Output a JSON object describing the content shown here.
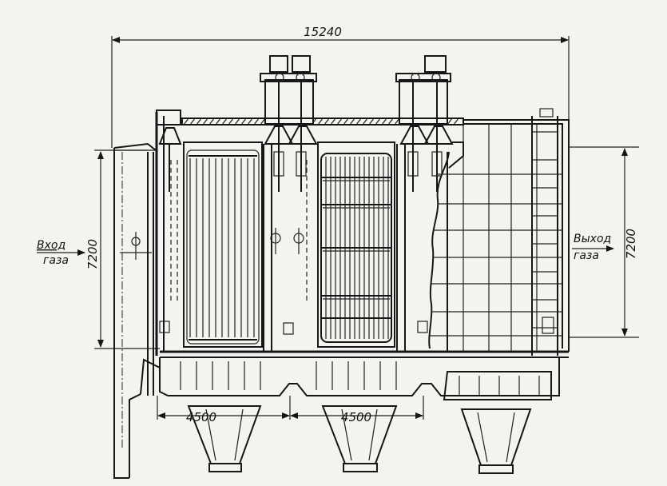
{
  "dimensions": {
    "overall_width": "15240",
    "inlet_height": "7200",
    "outlet_height": "7200",
    "hopper_spacing_1": "4500",
    "hopper_spacing_2": "4500"
  },
  "labels": {
    "inlet_line1": "Вход",
    "inlet_line2": "газа",
    "outlet_line1": "Выход",
    "outlet_line2": "газа"
  },
  "colors": {
    "ink": "#161616",
    "paper": "#f4f3ef"
  }
}
